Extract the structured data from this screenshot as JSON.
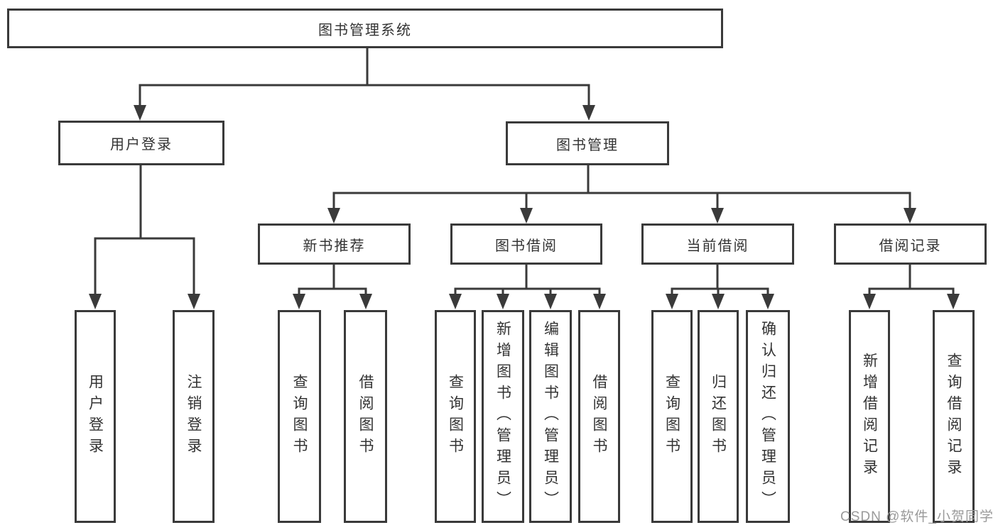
{
  "diagram": {
    "type": "hierarchy-diagram",
    "root": {
      "label": "图书管理系统"
    },
    "branches": [
      {
        "label": "用户登录",
        "children": [
          {
            "label": "用户登录"
          },
          {
            "label": "注销登录"
          }
        ]
      },
      {
        "label": "图书管理",
        "children": [
          {
            "label": "新书推荐",
            "children": [
              {
                "label": "查询图书"
              },
              {
                "label": "借阅图书"
              }
            ]
          },
          {
            "label": "图书借阅",
            "children": [
              {
                "label": "查询图书"
              },
              {
                "label": "新增图书（管理员）"
              },
              {
                "label": "编辑图书（管理员）"
              },
              {
                "label": "借阅图书"
              }
            ]
          },
          {
            "label": "当前借阅",
            "children": [
              {
                "label": "查询图书"
              },
              {
                "label": "归还图书"
              },
              {
                "label": "确认归还（管理员）"
              }
            ]
          },
          {
            "label": "借阅记录",
            "children": [
              {
                "label": "新增借阅记录"
              },
              {
                "label": "查询借阅记录"
              }
            ]
          }
        ]
      }
    ]
  },
  "watermark": {
    "text": "CSDN @软件_小贺同学"
  },
  "colors": {
    "line": "#3a3a3a",
    "text": "#333333",
    "watermark": "#9a9a9a",
    "background": "#ffffff"
  }
}
